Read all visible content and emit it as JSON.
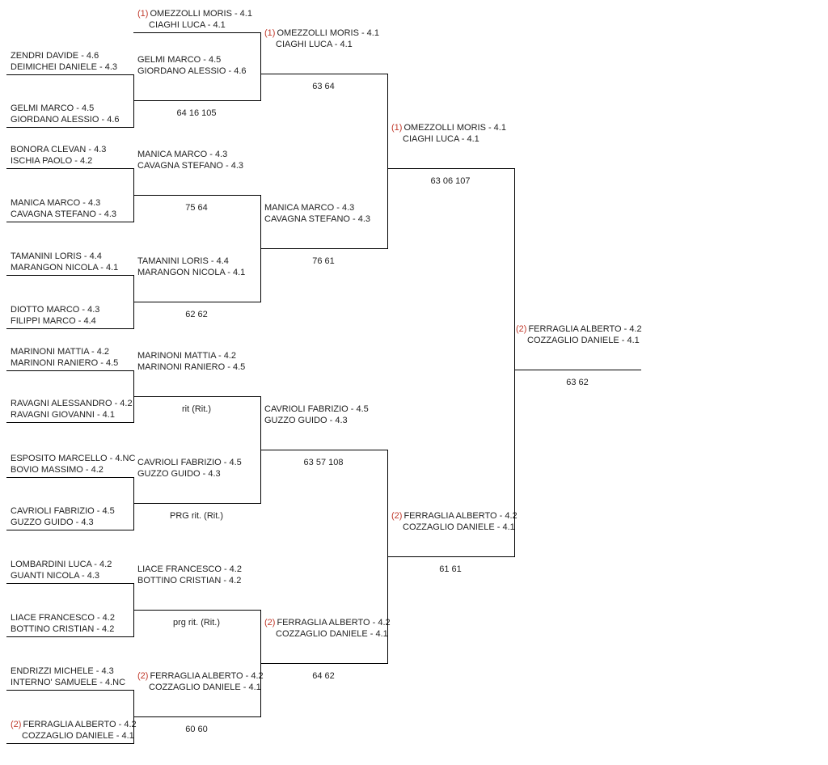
{
  "rounds": [
    {
      "matches": [
        {
          "top": {
            "seed": "(1)",
            "p1": "OMEZZOLLI MORIS - 4.1",
            "p2": "CIAGHI LUCA - 4.1"
          },
          "bottom": null
        },
        {
          "top": {
            "seed": "",
            "p1": "ZENDRI DAVIDE - 4.6",
            "p2": "DEIMICHEI DANIELE - 4.3"
          },
          "bottom": {
            "seed": "",
            "p1": "GELMI MARCO - 4.5",
            "p2": "GIORDANO ALESSIO - 4.6"
          }
        },
        {
          "top": {
            "seed": "",
            "p1": "BONORA CLEVAN - 4.3",
            "p2": "ISCHIA PAOLO - 4.2"
          },
          "bottom": {
            "seed": "",
            "p1": "MANICA MARCO - 4.3",
            "p2": "CAVAGNA STEFANO - 4.3"
          }
        },
        {
          "top": {
            "seed": "",
            "p1": "TAMANINI LORIS - 4.4",
            "p2": "MARANGON NICOLA - 4.1"
          },
          "bottom": {
            "seed": "",
            "p1": "DIOTTO MARCO - 4.3",
            "p2": "FILIPPI MARCO - 4.4"
          }
        },
        {
          "top": {
            "seed": "",
            "p1": "MARINONI MATTIA - 4.2",
            "p2": "MARINONI RANIERO - 4.5"
          },
          "bottom": {
            "seed": "",
            "p1": "RAVAGNI ALESSANDRO - 4.2",
            "p2": "RAVAGNI GIOVANNI - 4.1"
          }
        },
        {
          "top": {
            "seed": "",
            "p1": "ESPOSITO MARCELLO - 4.NC",
            "p2": "BOVIO MASSIMO - 4.2"
          },
          "bottom": {
            "seed": "",
            "p1": "CAVRIOLI FABRIZIO - 4.5",
            "p2": "GUZZO GUIDO - 4.3"
          }
        },
        {
          "top": {
            "seed": "",
            "p1": "LOMBARDINI LUCA - 4.2",
            "p2": "GUANTI NICOLA - 4.3"
          },
          "bottom": {
            "seed": "",
            "p1": "LIACE FRANCESCO - 4.2",
            "p2": "BOTTINO CRISTIAN - 4.2"
          }
        },
        {
          "top": {
            "seed": "",
            "p1": "ENDRIZZI MICHELE - 4.3",
            "p2": "INTERNO' SAMUELE - 4.NC"
          },
          "bottom": {
            "seed": "(2)",
            "p1": "FERRAGLIA ALBERTO - 4.2",
            "p2": "COZZAGLIO DANIELE - 4.1"
          }
        }
      ]
    },
    {
      "winners": [
        {
          "seed": "",
          "p1": "GELMI MARCO - 4.5",
          "p2": "GIORDANO ALESSIO - 4.6",
          "score": "64 16 105"
        },
        {
          "seed": "",
          "p1": "MANICA MARCO - 4.3",
          "p2": "CAVAGNA STEFANO - 4.3",
          "score": "75 64"
        },
        {
          "seed": "",
          "p1": "TAMANINI LORIS - 4.4",
          "p2": "MARANGON NICOLA - 4.1",
          "score": "62 62"
        },
        {
          "seed": "",
          "p1": "MARINONI MATTIA - 4.2",
          "p2": "MARINONI RANIERO - 4.5",
          "score": "rit (Rit.)"
        },
        {
          "seed": "",
          "p1": "CAVRIOLI FABRIZIO - 4.5",
          "p2": "GUZZO GUIDO - 4.3",
          "score": "PRG rit. (Rit.)"
        },
        {
          "seed": "",
          "p1": "LIACE FRANCESCO - 4.2",
          "p2": "BOTTINO CRISTIAN - 4.2",
          "score": "prg rit. (Rit.)"
        },
        {
          "seed": "(2)",
          "p1": "FERRAGLIA ALBERTO - 4.2",
          "p2": "COZZAGLIO DANIELE - 4.1",
          "score": "60 60"
        }
      ]
    },
    {
      "winners": [
        {
          "seed": "(1)",
          "p1": "OMEZZOLLI MORIS - 4.1",
          "p2": "CIAGHI LUCA - 4.1",
          "score": "63 64"
        },
        {
          "seed": "",
          "p1": "MANICA MARCO - 4.3",
          "p2": "CAVAGNA STEFANO - 4.3",
          "score": "76 61"
        },
        {
          "seed": "",
          "p1": "CAVRIOLI FABRIZIO - 4.5",
          "p2": "GUZZO GUIDO - 4.3",
          "score": "63 57 108"
        },
        {
          "seed": "(2)",
          "p1": "FERRAGLIA ALBERTO - 4.2",
          "p2": "COZZAGLIO DANIELE - 4.1",
          "score": "64 62"
        }
      ]
    },
    {
      "winners": [
        {
          "seed": "(1)",
          "p1": "OMEZZOLLI MORIS - 4.1",
          "p2": "CIAGHI LUCA - 4.1",
          "score": "63 06 107"
        },
        {
          "seed": "(2)",
          "p1": "FERRAGLIA ALBERTO - 4.2",
          "p2": "COZZAGLIO DANIELE - 4.1",
          "score": "61 61"
        }
      ]
    },
    {
      "winners": [
        {
          "seed": "(2)",
          "p1": "FERRAGLIA ALBERTO - 4.2",
          "p2": "COZZAGLIO DANIELE - 4.1",
          "score": "63 62"
        }
      ]
    }
  ]
}
